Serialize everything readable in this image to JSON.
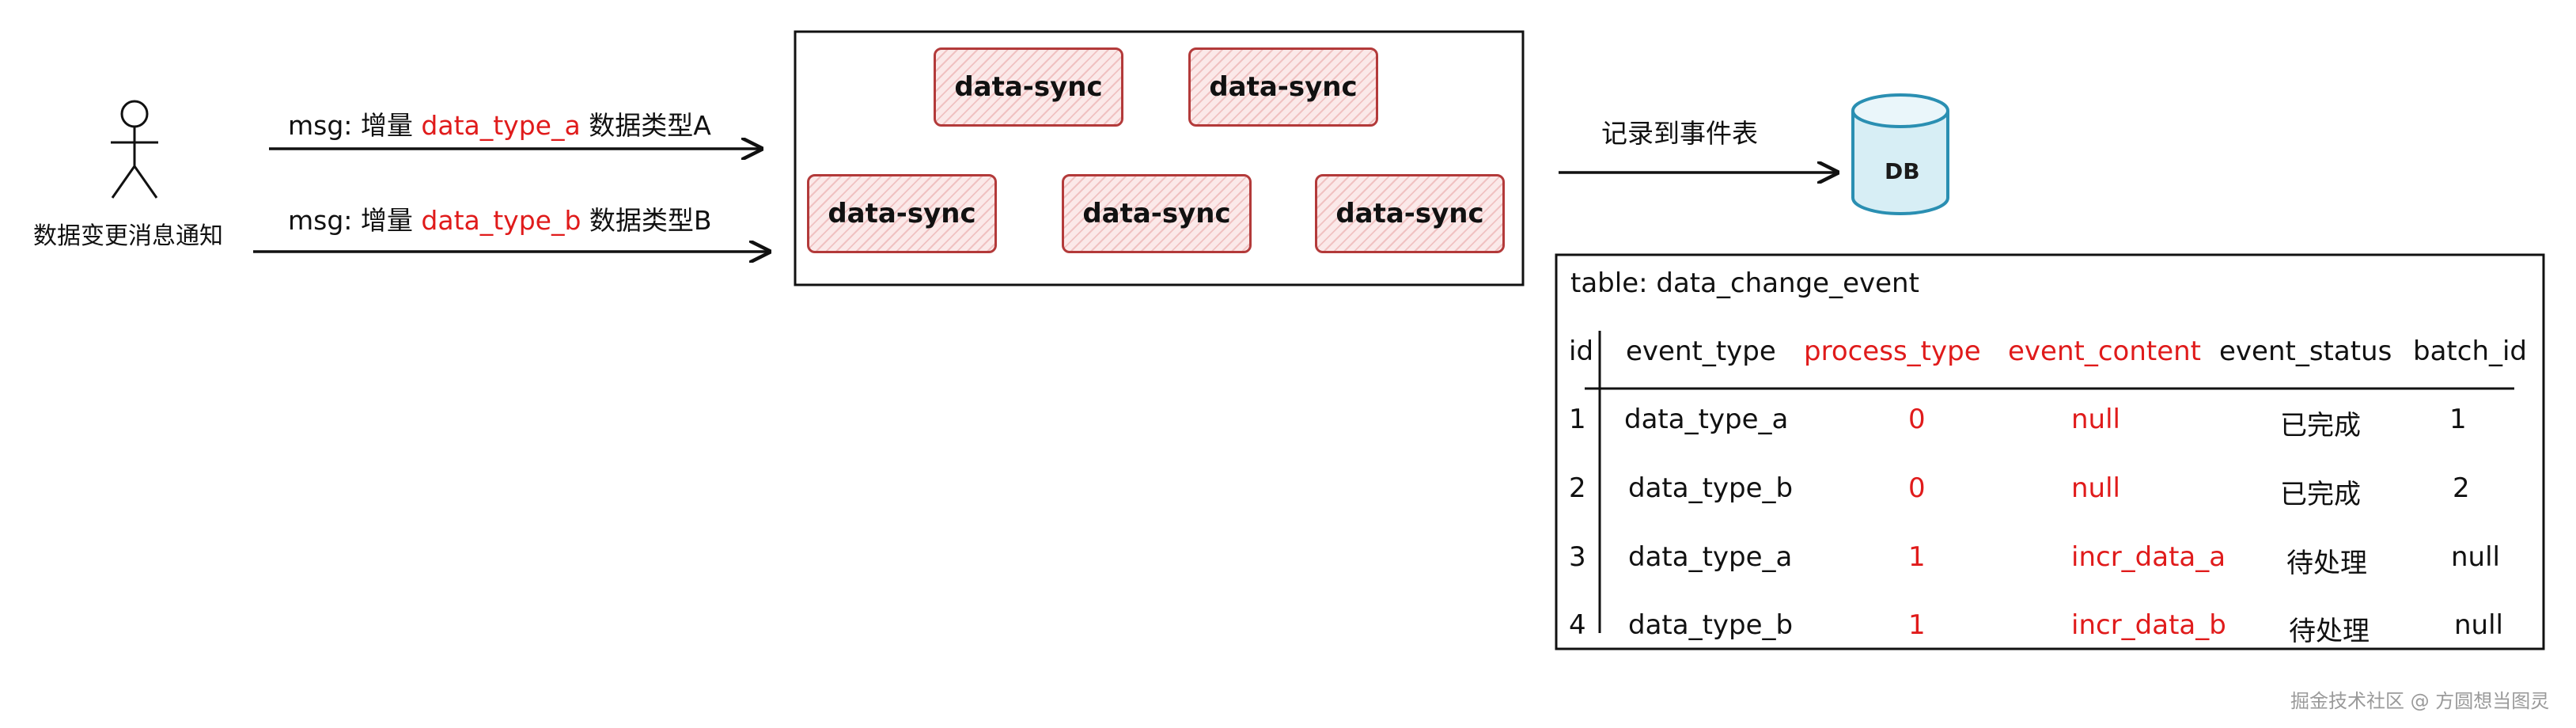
{
  "actor": {
    "label": "数据变更消息通知",
    "icon": "stick-figure-icon"
  },
  "messages": [
    {
      "prefix": "msg: 增量",
      "type": "data_type_a",
      "suffix": "数据类型A"
    },
    {
      "prefix": "msg: 增量",
      "type": "data_type_b",
      "suffix": "数据类型B"
    }
  ],
  "sync_nodes": [
    "data-sync",
    "data-sync",
    "data-sync",
    "data-sync",
    "data-sync"
  ],
  "event_label": "记录到事件表",
  "db": {
    "label": "DB",
    "icon": "database-cylinder-icon",
    "color": "#2a8fb2",
    "fill": "#d7eef5"
  },
  "table": {
    "title": "table: data_change_event",
    "columns": [
      "id",
      "event_type",
      "process_type",
      "event_content",
      "event_status",
      "batch_id"
    ],
    "rows": [
      [
        "1",
        "data_type_a",
        "0",
        "null",
        "已完成",
        "1"
      ],
      [
        "2",
        "data_type_b",
        "0",
        "null",
        "已完成",
        "2"
      ],
      [
        "3",
        "data_type_a",
        "1",
        "incr_data_a",
        "待处理",
        "null"
      ],
      [
        "4",
        "data_type_b",
        "1",
        "incr_data_b",
        "待处理",
        "null"
      ]
    ]
  },
  "colors": {
    "highlight": "#e01b1b",
    "sync_border": "#b33a3a",
    "line": "#111111"
  },
  "watermark": "掘金技术社区 @ 方圆想当图灵"
}
